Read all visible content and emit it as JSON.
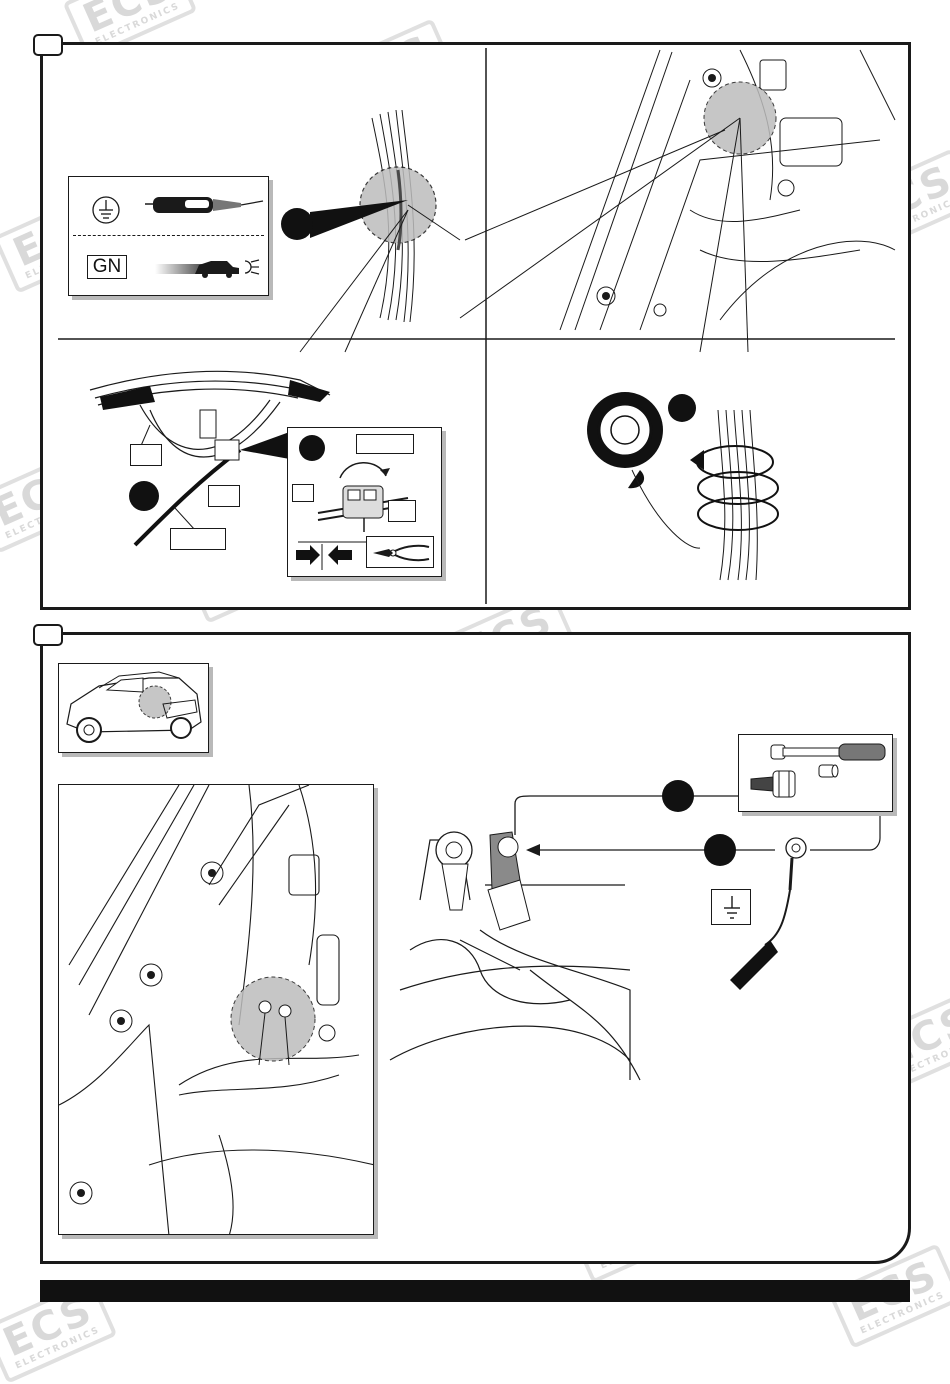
{
  "watermark": {
    "logo_text": "ECS",
    "sub_text": "ELECTRONICS"
  },
  "step1": {
    "tester_box": {
      "color_code": "GN",
      "ground_icon": "ground-symbol-icon",
      "tester_icon": "circuit-tester-icon",
      "car_icon": "car-headlight-icon"
    }
  },
  "step2": {},
  "colors": {
    "line": "#1a1a1a",
    "shade": "#bdbdbd",
    "light_shade": "#d6d6d6",
    "watermark": "#dcdcdc"
  }
}
